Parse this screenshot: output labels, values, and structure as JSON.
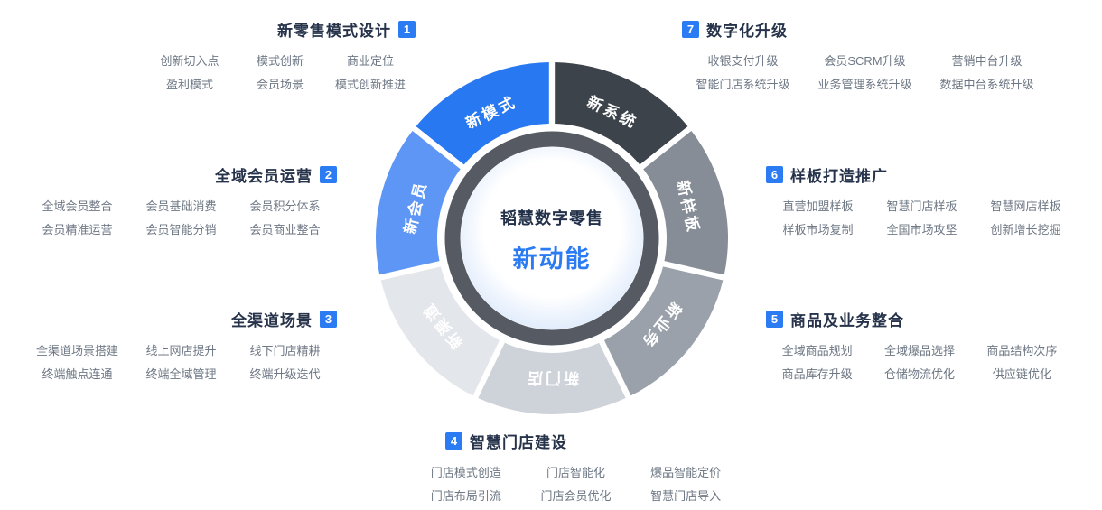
{
  "colors": {
    "accent": "#2b7bf3",
    "title_text": "#26334a",
    "item_text": "#6e7885",
    "ring": "#565b63"
  },
  "center": {
    "line1": "韬慧数字零售",
    "line2": "新动能"
  },
  "wheel": {
    "ring_color": "#565b63",
    "segments": [
      {
        "label": "新模式",
        "color": "#2878f2",
        "start": 308.57,
        "end": 360
      },
      {
        "label": "新会员",
        "color": "#5e96f6",
        "start": 257.14,
        "end": 308.57
      },
      {
        "label": "新渠道",
        "color": "#e3e6ea",
        "start": 205.71,
        "end": 257.14
      },
      {
        "label": "新门店",
        "color": "#ced3d9",
        "start": 154.29,
        "end": 205.71
      },
      {
        "label": "新业务",
        "color": "#9aa1aa",
        "start": 102.86,
        "end": 154.29
      },
      {
        "label": "新样板",
        "color": "#868d96",
        "start": 51.43,
        "end": 102.86
      },
      {
        "label": "新系统",
        "color": "#3d434b",
        "start": 0,
        "end": 51.43
      }
    ]
  },
  "sections": [
    {
      "number": "1",
      "title": "新零售模式设计",
      "items": [
        "创新切入点",
        "模式创新",
        "商业定位",
        "盈利模式",
        "会员场景",
        "模式创新推进"
      ]
    },
    {
      "number": "2",
      "title": "全域会员运营",
      "items": [
        "全域会员整合",
        "会员基础消费",
        "会员积分体系",
        "会员精准运营",
        "会员智能分销",
        "会员商业整合"
      ]
    },
    {
      "number": "3",
      "title": "全渠道场景",
      "items": [
        "全渠道场景搭建",
        "线上网店提升",
        "线下门店精耕",
        "终端触点连通",
        "终端全域管理",
        "终端升级迭代"
      ]
    },
    {
      "number": "4",
      "title": "智慧门店建设",
      "items": [
        "门店模式创造",
        "门店智能化",
        "爆品智能定价",
        "门店布局引流",
        "门店会员优化",
        "智慧门店导入"
      ]
    },
    {
      "number": "5",
      "title": "商品及业务整合",
      "items": [
        "全域商品规划",
        "全域爆品选择",
        "商品结构次序",
        "商品库存升级",
        "仓储物流优化",
        "供应链优化"
      ]
    },
    {
      "number": "6",
      "title": "样板打造推广",
      "items": [
        "直营加盟样板",
        "智慧门店样板",
        "智慧网店样板",
        "样板市场复制",
        "全国市场攻坚",
        "创新增长挖掘"
      ]
    },
    {
      "number": "7",
      "title": "数字化升级",
      "items": [
        "收银支付升级",
        "会员SCRM升级",
        "营销中台升级",
        "智能门店系统升级",
        "业务管理系统升级",
        "数据中台系统升级"
      ]
    }
  ]
}
